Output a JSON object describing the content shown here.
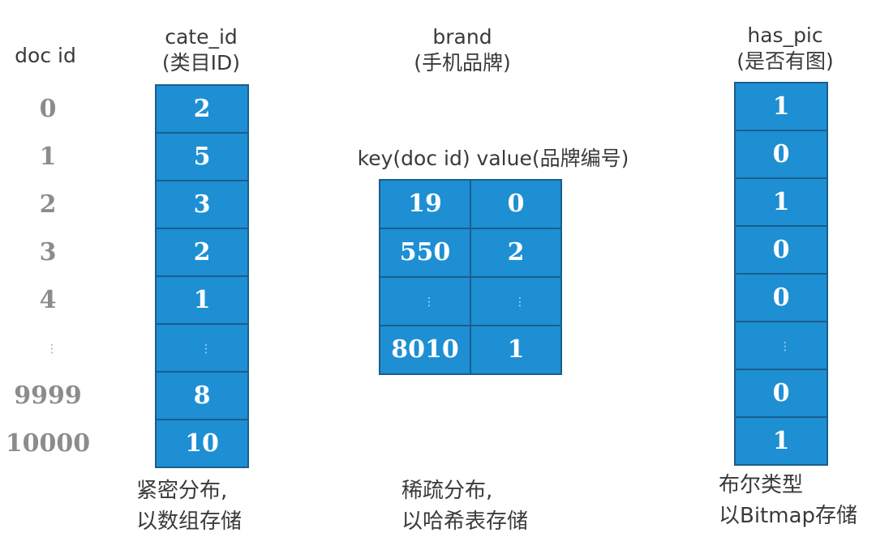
{
  "doc_id": {
    "label": "doc id",
    "ids": [
      "0",
      "1",
      "2",
      "3",
      "4",
      "⋮",
      "9999",
      "10000"
    ]
  },
  "cate_id": {
    "title": "cate_id",
    "subtitle": "(类目ID)",
    "values": [
      "2",
      "5",
      "3",
      "2",
      "1",
      "⋮",
      "8",
      "10"
    ],
    "note_line1": "紧密分布,",
    "note_line2": "以数组存储"
  },
  "brand": {
    "title": "brand",
    "subtitle": "(手机品牌)",
    "kv_header": "key(doc id)  value(品牌编号)",
    "rows": [
      {
        "key": "19",
        "value": "0"
      },
      {
        "key": "550",
        "value": "2"
      },
      {
        "key": "⋮",
        "value": "⋮"
      },
      {
        "key": "8010",
        "value": "1"
      }
    ],
    "note_line1": "稀疏分布,",
    "note_line2": "以哈希表存储"
  },
  "has_pic": {
    "title": "has_pic",
    "subtitle": "(是否有图)",
    "values": [
      "1",
      "0",
      "1",
      "0",
      "0",
      "⋮",
      "0",
      "1"
    ],
    "note_line1": "布尔类型",
    "note_line2": "以Bitmap存储"
  },
  "colors": {
    "cell_fill": "#1e8fd3",
    "cell_border": "#1b5d8e",
    "cell_text": "#ffffff",
    "doc_id_text": "#8c8c8c",
    "label_text": "#3a3a3a"
  }
}
